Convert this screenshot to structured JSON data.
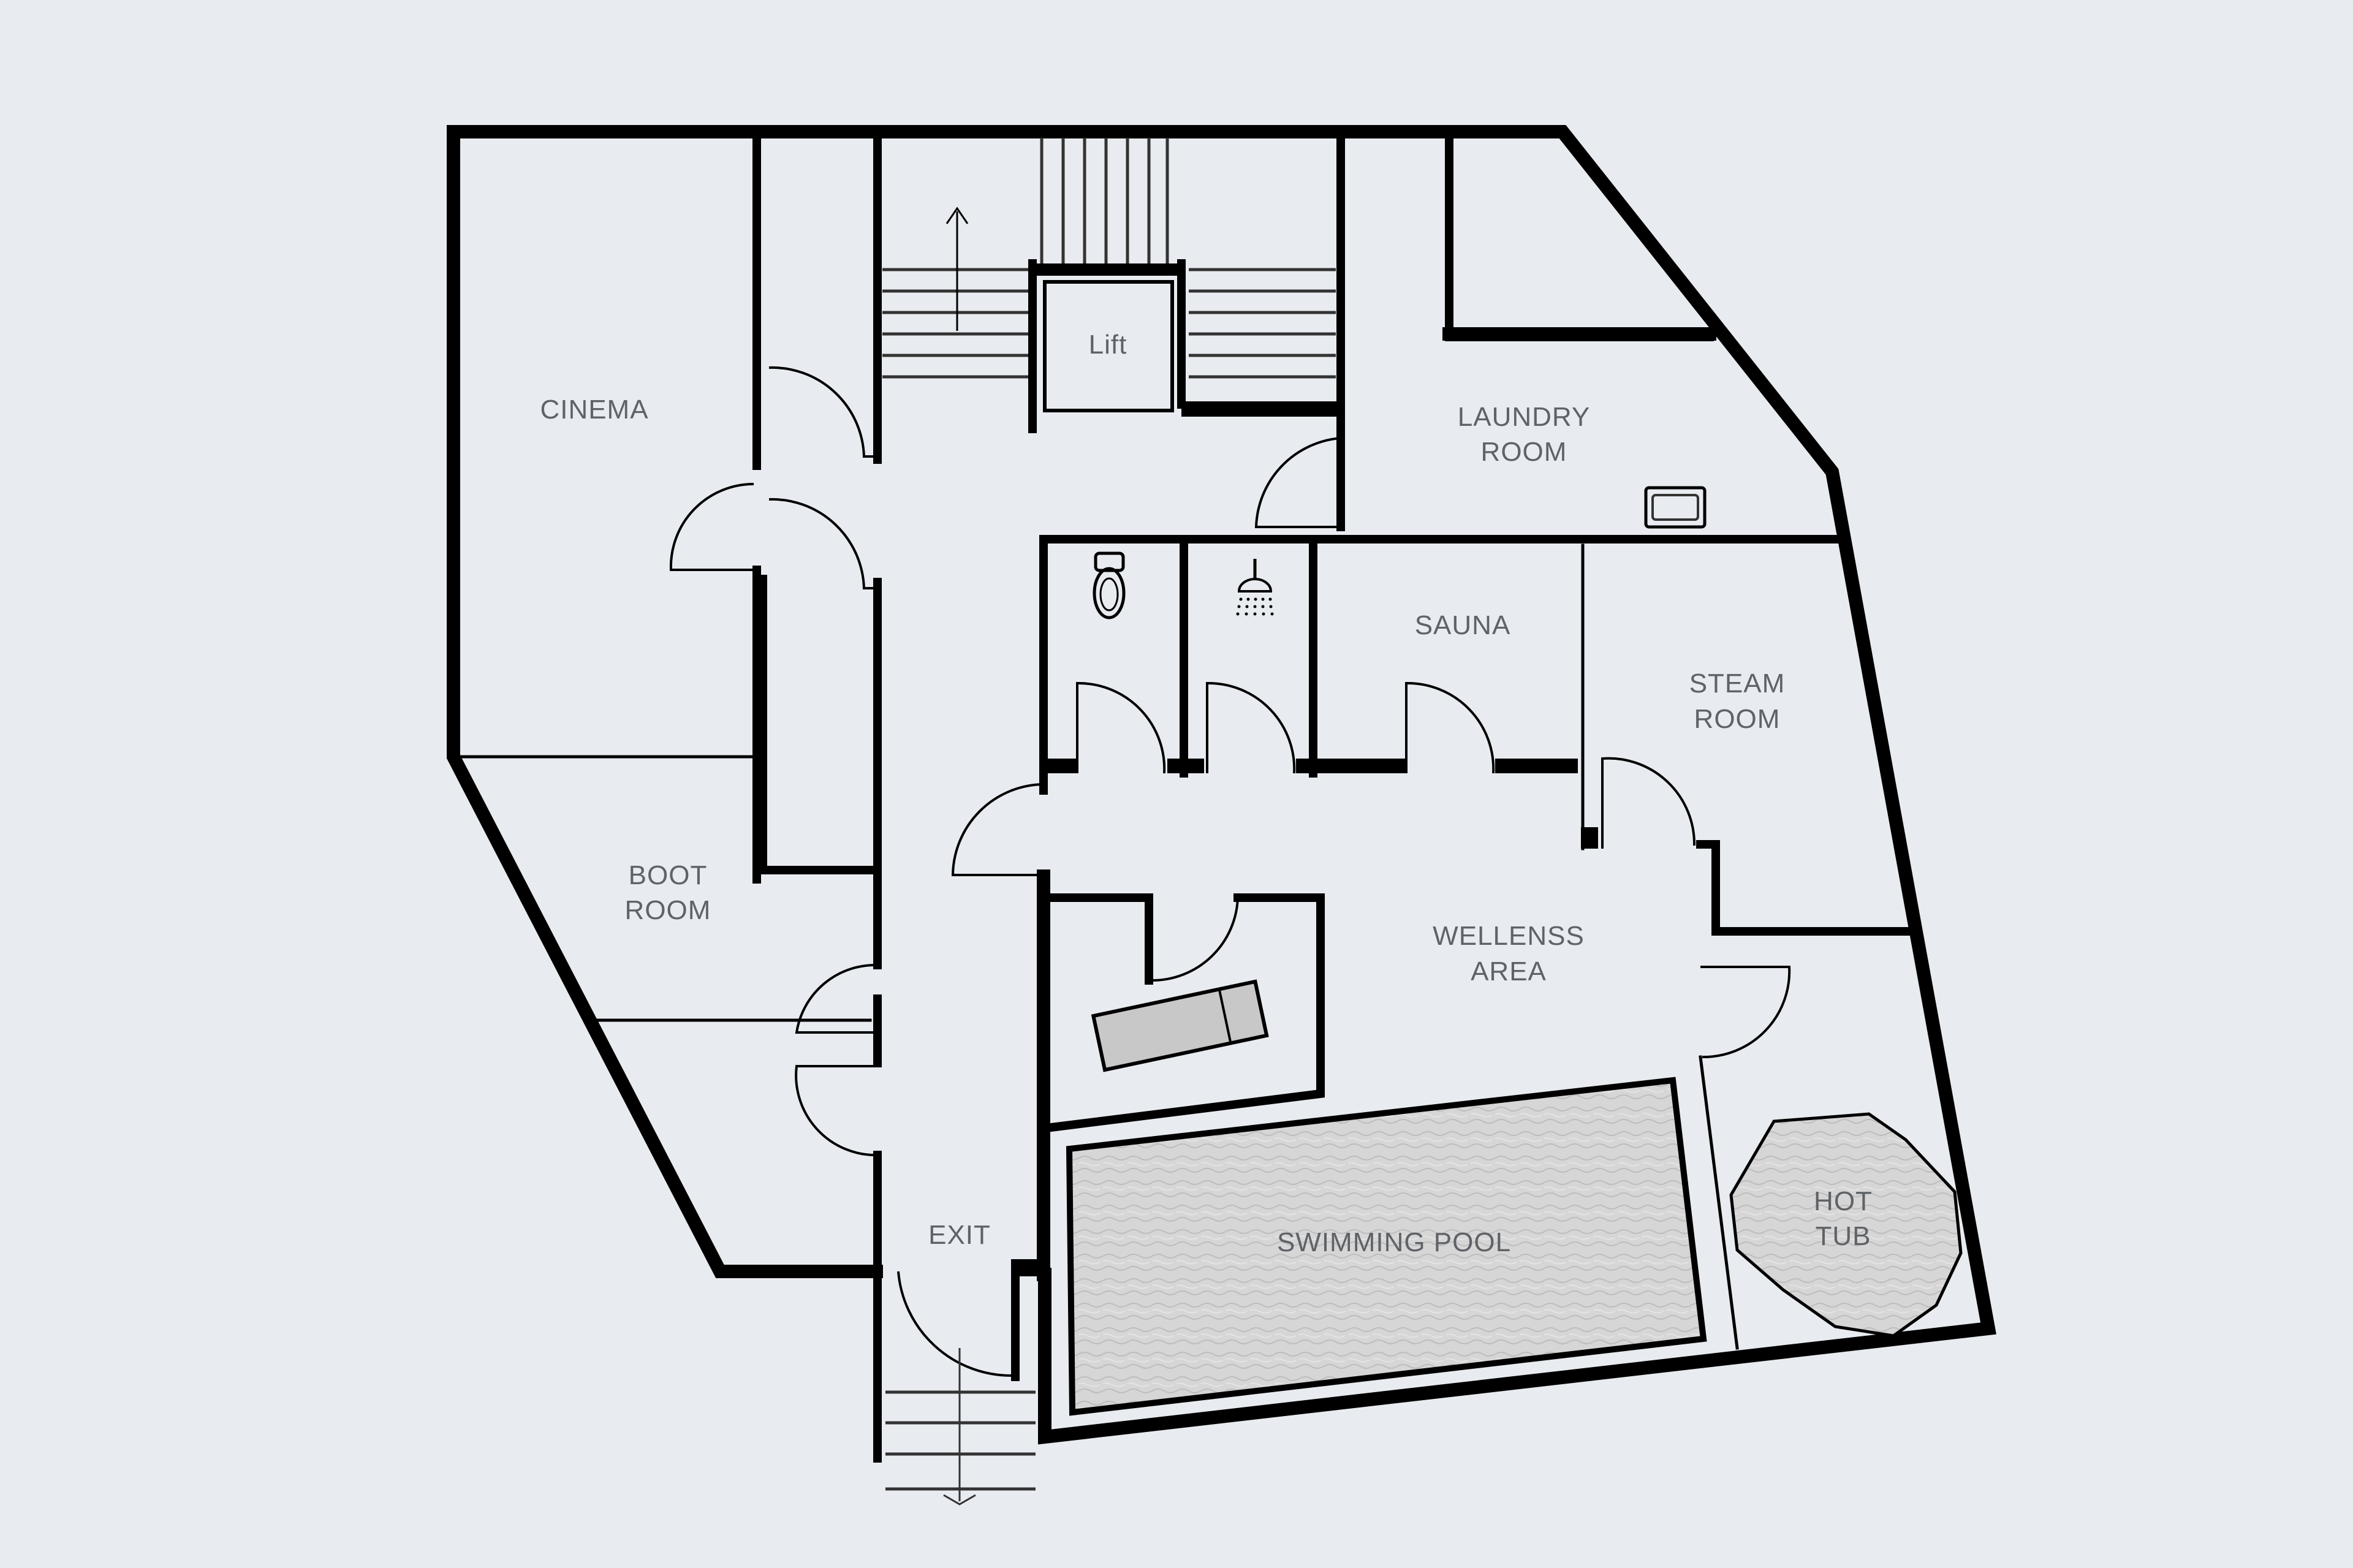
{
  "plan": {
    "background_color": "#e8ebef",
    "wall_color": "#000000",
    "label_color": "#5f6266",
    "water_color": "#d4d4d4"
  },
  "rooms": {
    "cinema": "CINEMA",
    "lift": "Lift",
    "laundry_line1": "LAUNDRY",
    "laundry_line2": "ROOM",
    "sauna": "SAUNA",
    "steam_line1": "STEAM",
    "steam_line2": "ROOM",
    "boot_line1": "BOOT",
    "boot_line2": "ROOM",
    "wellness_line1": "WELLENSS",
    "wellness_line2": "AREA",
    "exit": "EXIT",
    "pool": "SWIMMING POOL",
    "hot_tub_line1": "HOT",
    "hot_tub_line2": "TUB"
  },
  "icons": {
    "toilet": "toilet-icon",
    "shower": "shower-icon",
    "washer": "washing-machine-icon",
    "stairs_up_arrow": "arrow-up-icon",
    "stairs_down_arrow": "arrow-down-icon",
    "lounger": "sun-lounger-icon"
  }
}
